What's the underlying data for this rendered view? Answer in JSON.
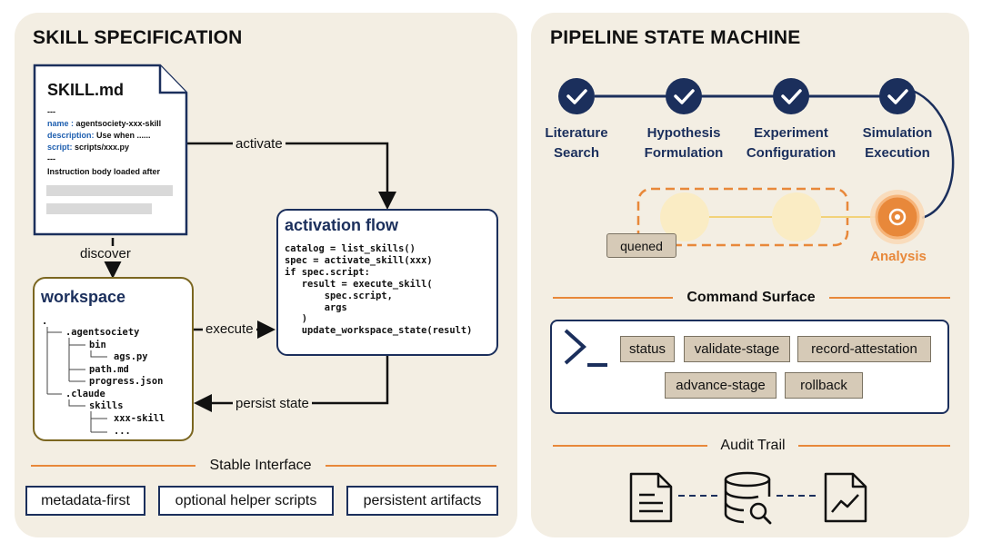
{
  "skill_spec": {
    "title": "SKILL SPECIFICATION",
    "skill_file": {
      "title": "SKILL.md",
      "sep1": "---",
      "name_key": "name :",
      "name_val": "agentsociety-xxx-skill",
      "desc_key": "description:",
      "desc_val": "Use when ......",
      "script_key": "script:",
      "script_val": "scripts/xxx.py",
      "sep2": "---",
      "body": "Instruction body loaded after"
    },
    "arrows": {
      "activate": "activate",
      "discover": "discover",
      "execute": "execute",
      "persist": "persist state"
    },
    "activation_flow": {
      "title": "activation flow",
      "code": "catalog = list_skills()\nspec = activate_skill(xxx)\nif spec.script:\n   result = execute_skill(\n       spec.script,\n       args\n   )\n   update_workspace_state(result)"
    },
    "workspace": {
      "title": "workspace",
      "tree": {
        "root": ".",
        "agentsociety": ".agentsociety",
        "bin": "bin",
        "ags": "ags.py",
        "path": "path.md",
        "progress": "progress.json",
        "claude": ".claude",
        "skills": "skills",
        "xxx": "xxx-skill",
        "more": "..."
      }
    },
    "stable_interface": {
      "title": "Stable Interface",
      "items": [
        "metadata-first",
        "optional helper scripts",
        "persistent artifacts"
      ]
    }
  },
  "pipeline": {
    "title": "PIPELINE STATE MACHINE",
    "stages": [
      {
        "label": "Literature\nSearch"
      },
      {
        "label": "Hypothesis\nFormulation"
      },
      {
        "label": "Experiment\nConfiguration"
      },
      {
        "label": "Simulation\nExecution"
      }
    ],
    "queue_label": "quened",
    "analysis_label": "Analysis",
    "command_surface": {
      "title": "Command Surface",
      "commands_row1": [
        "status",
        "validate-stage",
        "record-attestation"
      ],
      "commands_row2": [
        "advance-stage",
        "rollback"
      ]
    },
    "audit_trail": {
      "title": "Audit Trail",
      "icons": [
        "document-icon",
        "database-search-icon",
        "chart-document-icon"
      ]
    }
  },
  "colors": {
    "navy": "#1b2f5c",
    "orange": "#e8883a",
    "panel": "#f3eee3",
    "pale_yellow": "#faecc4",
    "tag_bg": "#d6cab7"
  }
}
